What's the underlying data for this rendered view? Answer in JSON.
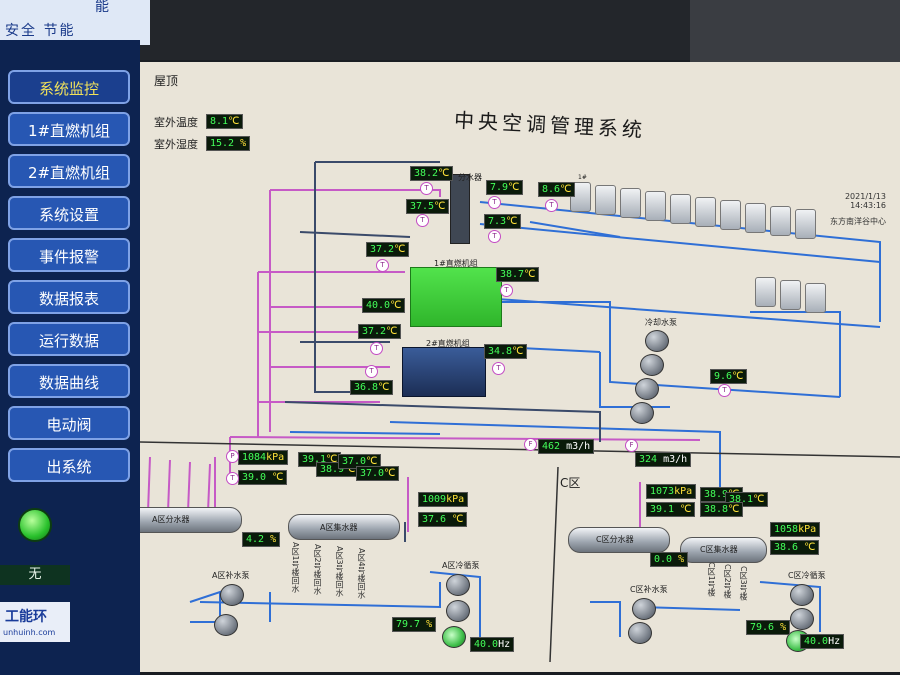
{
  "banner": {
    "line1": "能",
    "line2": "安全  节能"
  },
  "sidebar": {
    "items": [
      {
        "label": "系统监控",
        "active": true
      },
      {
        "label": "1#直燃机组"
      },
      {
        "label": "2#直燃机组"
      },
      {
        "label": "系统设置"
      },
      {
        "label": "事件报警"
      },
      {
        "label": "数据报表"
      },
      {
        "label": "运行数据"
      },
      {
        "label": "数据曲线"
      },
      {
        "label": "电动阀"
      },
      {
        "label": "出系统"
      }
    ],
    "status_text": "无",
    "logo_text": "工能环",
    "logo_url": "unhuinh.com"
  },
  "hmi": {
    "title": "中央空调管理系统",
    "roof_label": "屋顶",
    "outdoor_temp_label": "室外温度",
    "outdoor_temp": "8.1",
    "outdoor_temp_unit": "℃",
    "outdoor_humidity_label": "室外湿度",
    "outdoor_humidity": "15.2",
    "outdoor_humidity_unit": "%",
    "date": "2021/1/13",
    "time": "14:43:16",
    "site": "东方南洋谷中心",
    "zone_a_label": "A区",
    "zone_c_label": "C区",
    "equipment": {
      "chiller1": "1#直燃机组",
      "chiller2": "2#直燃机组",
      "sep": "分水器",
      "a_supply_header": "A区分水器",
      "a_return_header": "A区集水器",
      "a_makeup_pump": "A区补水泵",
      "a_cool_pump": "A区冷循泵",
      "c_supply_header": "C区分水器",
      "c_return_header": "C区集水器",
      "c_makeup_pump": "C区补水泵",
      "c_cool_pump": "C区冷循泵",
      "cooling_pump": "冷却水泵",
      "tower_tag": "1#"
    },
    "readings": {
      "t_top_left1": "38.2",
      "t_top_left2": "37.5",
      "t_top_right1": "7.9",
      "t_top_right2": "7.3",
      "t_tower": "8.6",
      "t_ch1_left": "37.2",
      "t_ch1_right": "38.7",
      "t_ch1_out": "40.0",
      "t_ch2_left": "37.2",
      "t_ch2_right": "34.8",
      "t_ch2_out": "36.8",
      "t_cool": "9.6",
      "flow_main": "462",
      "flow_unit": "m3/h",
      "flow_c": "324",
      "a_pressure": "1084",
      "a_pressure_unit": "kPa",
      "a_supply_temp": "39.0",
      "a_r1": "39.1",
      "a_r2": "38.9",
      "a_r3": "37.0",
      "a_r4": "37.0",
      "a_valve": "4.2",
      "pct": "%",
      "a_ret_pressure": "1009",
      "a_ret_temp": "37.6",
      "a_pump_pct": "79.7",
      "a_freq": "40.0",
      "freq_unit": "Hz",
      "c_pressure": "1073",
      "c_supply_temp": "39.1",
      "c_valve": "0.0",
      "c_r1": "38.9",
      "c_r2": "38.1",
      "c_r3": "38.8",
      "c_ret_pressure": "1058",
      "c_ret_temp": "38.6",
      "c_pump_pct": "79.6",
      "c_freq": "40.0"
    },
    "branch_labels": [
      "A区1号楼回水",
      "A区2号楼回水",
      "A区3号楼回水",
      "A区4号楼回水"
    ],
    "c_branch_labels": [
      "C区1号楼",
      "C区2号楼",
      "C区3号楼"
    ]
  },
  "colors": {
    "hot_pipe": "#c65ac6",
    "cold_pipe": "#2f6fd6",
    "dark_pipe": "#3a4a6a",
    "value_green": "#44ff5a"
  }
}
